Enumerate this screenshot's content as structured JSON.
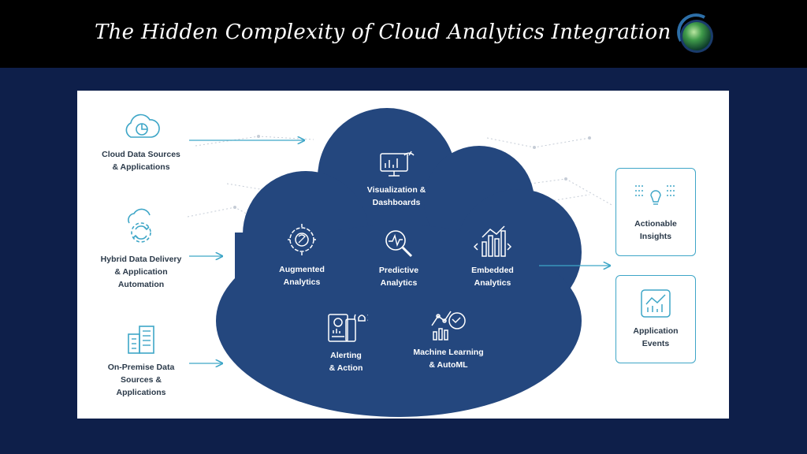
{
  "header": {
    "title": "The Hidden Complexity of Cloud Analytics Integration",
    "logo_icon": "globe-orb-icon"
  },
  "sources": [
    {
      "label": "Cloud Data Sources\n& Applications",
      "icon": "cloud-chart-icon"
    },
    {
      "label": "Hybrid Data Delivery\n& Application\nAutomation",
      "icon": "sync-cloud-icon"
    },
    {
      "label": "On-Premise Data\nSources &\nApplications",
      "icon": "building-icon"
    }
  ],
  "cloud": {
    "items": [
      {
        "label": "Visualization &\nDashboards",
        "icon": "monitor-chart-icon"
      },
      {
        "label": "Augmented\nAnalytics",
        "icon": "brain-gear-icon"
      },
      {
        "label": "Predictive\nAnalytics",
        "icon": "magnifier-pulse-icon"
      },
      {
        "label": "Embedded\nAnalytics",
        "icon": "bar-chart-code-icon"
      },
      {
        "label": "Alerting\n& Action",
        "icon": "tablet-phone-alert-icon"
      },
      {
        "label": "Machine Learning\n& AutoML",
        "icon": "ml-chart-icon"
      }
    ]
  },
  "outputs": [
    {
      "label": "Actionable\nInsights",
      "icon": "lightbulb-binary-icon"
    },
    {
      "label": "Application\nEvents",
      "icon": "chart-screen-icon"
    }
  ],
  "colors": {
    "cloud": "#24477e",
    "accent": "#3ea6c7",
    "background": "#0e1f4a",
    "header": "#000000"
  }
}
